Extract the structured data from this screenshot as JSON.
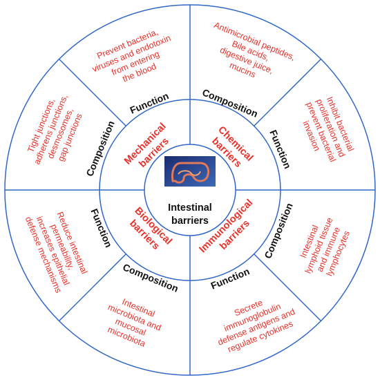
{
  "center": {
    "line1": "Intestinal",
    "line2": "barriers"
  },
  "barriers": {
    "mechanical": [
      "Mechanical",
      "barriers"
    ],
    "chemical": [
      "Chemical",
      "barriers"
    ],
    "biological": [
      "Biological",
      "barriers"
    ],
    "immunological": [
      "Immunological",
      "barriers"
    ]
  },
  "labels": {
    "function": "Function",
    "composition": "Composition"
  },
  "outer": {
    "mech_function": [
      "Prevent bacteria,",
      "viruses and endotoxin",
      "from entering",
      "the blood"
    ],
    "chem_composition": [
      "Antimicrobial peptides,",
      "Bile acids,",
      "digestive juice,",
      "mucins"
    ],
    "chem_function": [
      "Inhibit bacterial",
      "proliferation and",
      "prevent bacterial",
      "invasion"
    ],
    "immu_composition": [
      "Intestinal",
      "lymphoid tissue",
      "and immune",
      "lymphocytes"
    ],
    "immu_function": [
      "Secrete",
      "immunoglobulin",
      "defense antigens and",
      "regulate cytokines"
    ],
    "bio_composition": [
      "Intestinal",
      "microbiota and",
      "mucosal",
      "microbiota"
    ],
    "bio_function": [
      "Reduce intestinal",
      "permeability,",
      "increases epithelial",
      "defense mechanisms"
    ],
    "mech_composition": [
      "Tight junctions,",
      "adherens junctions,",
      "desmosomes,",
      "gap junctions"
    ]
  },
  "colors": {
    "outline": "#2f66c8",
    "text_red": "#e8312a",
    "text_black": "#111111",
    "fill_light": "#dcebf7"
  }
}
